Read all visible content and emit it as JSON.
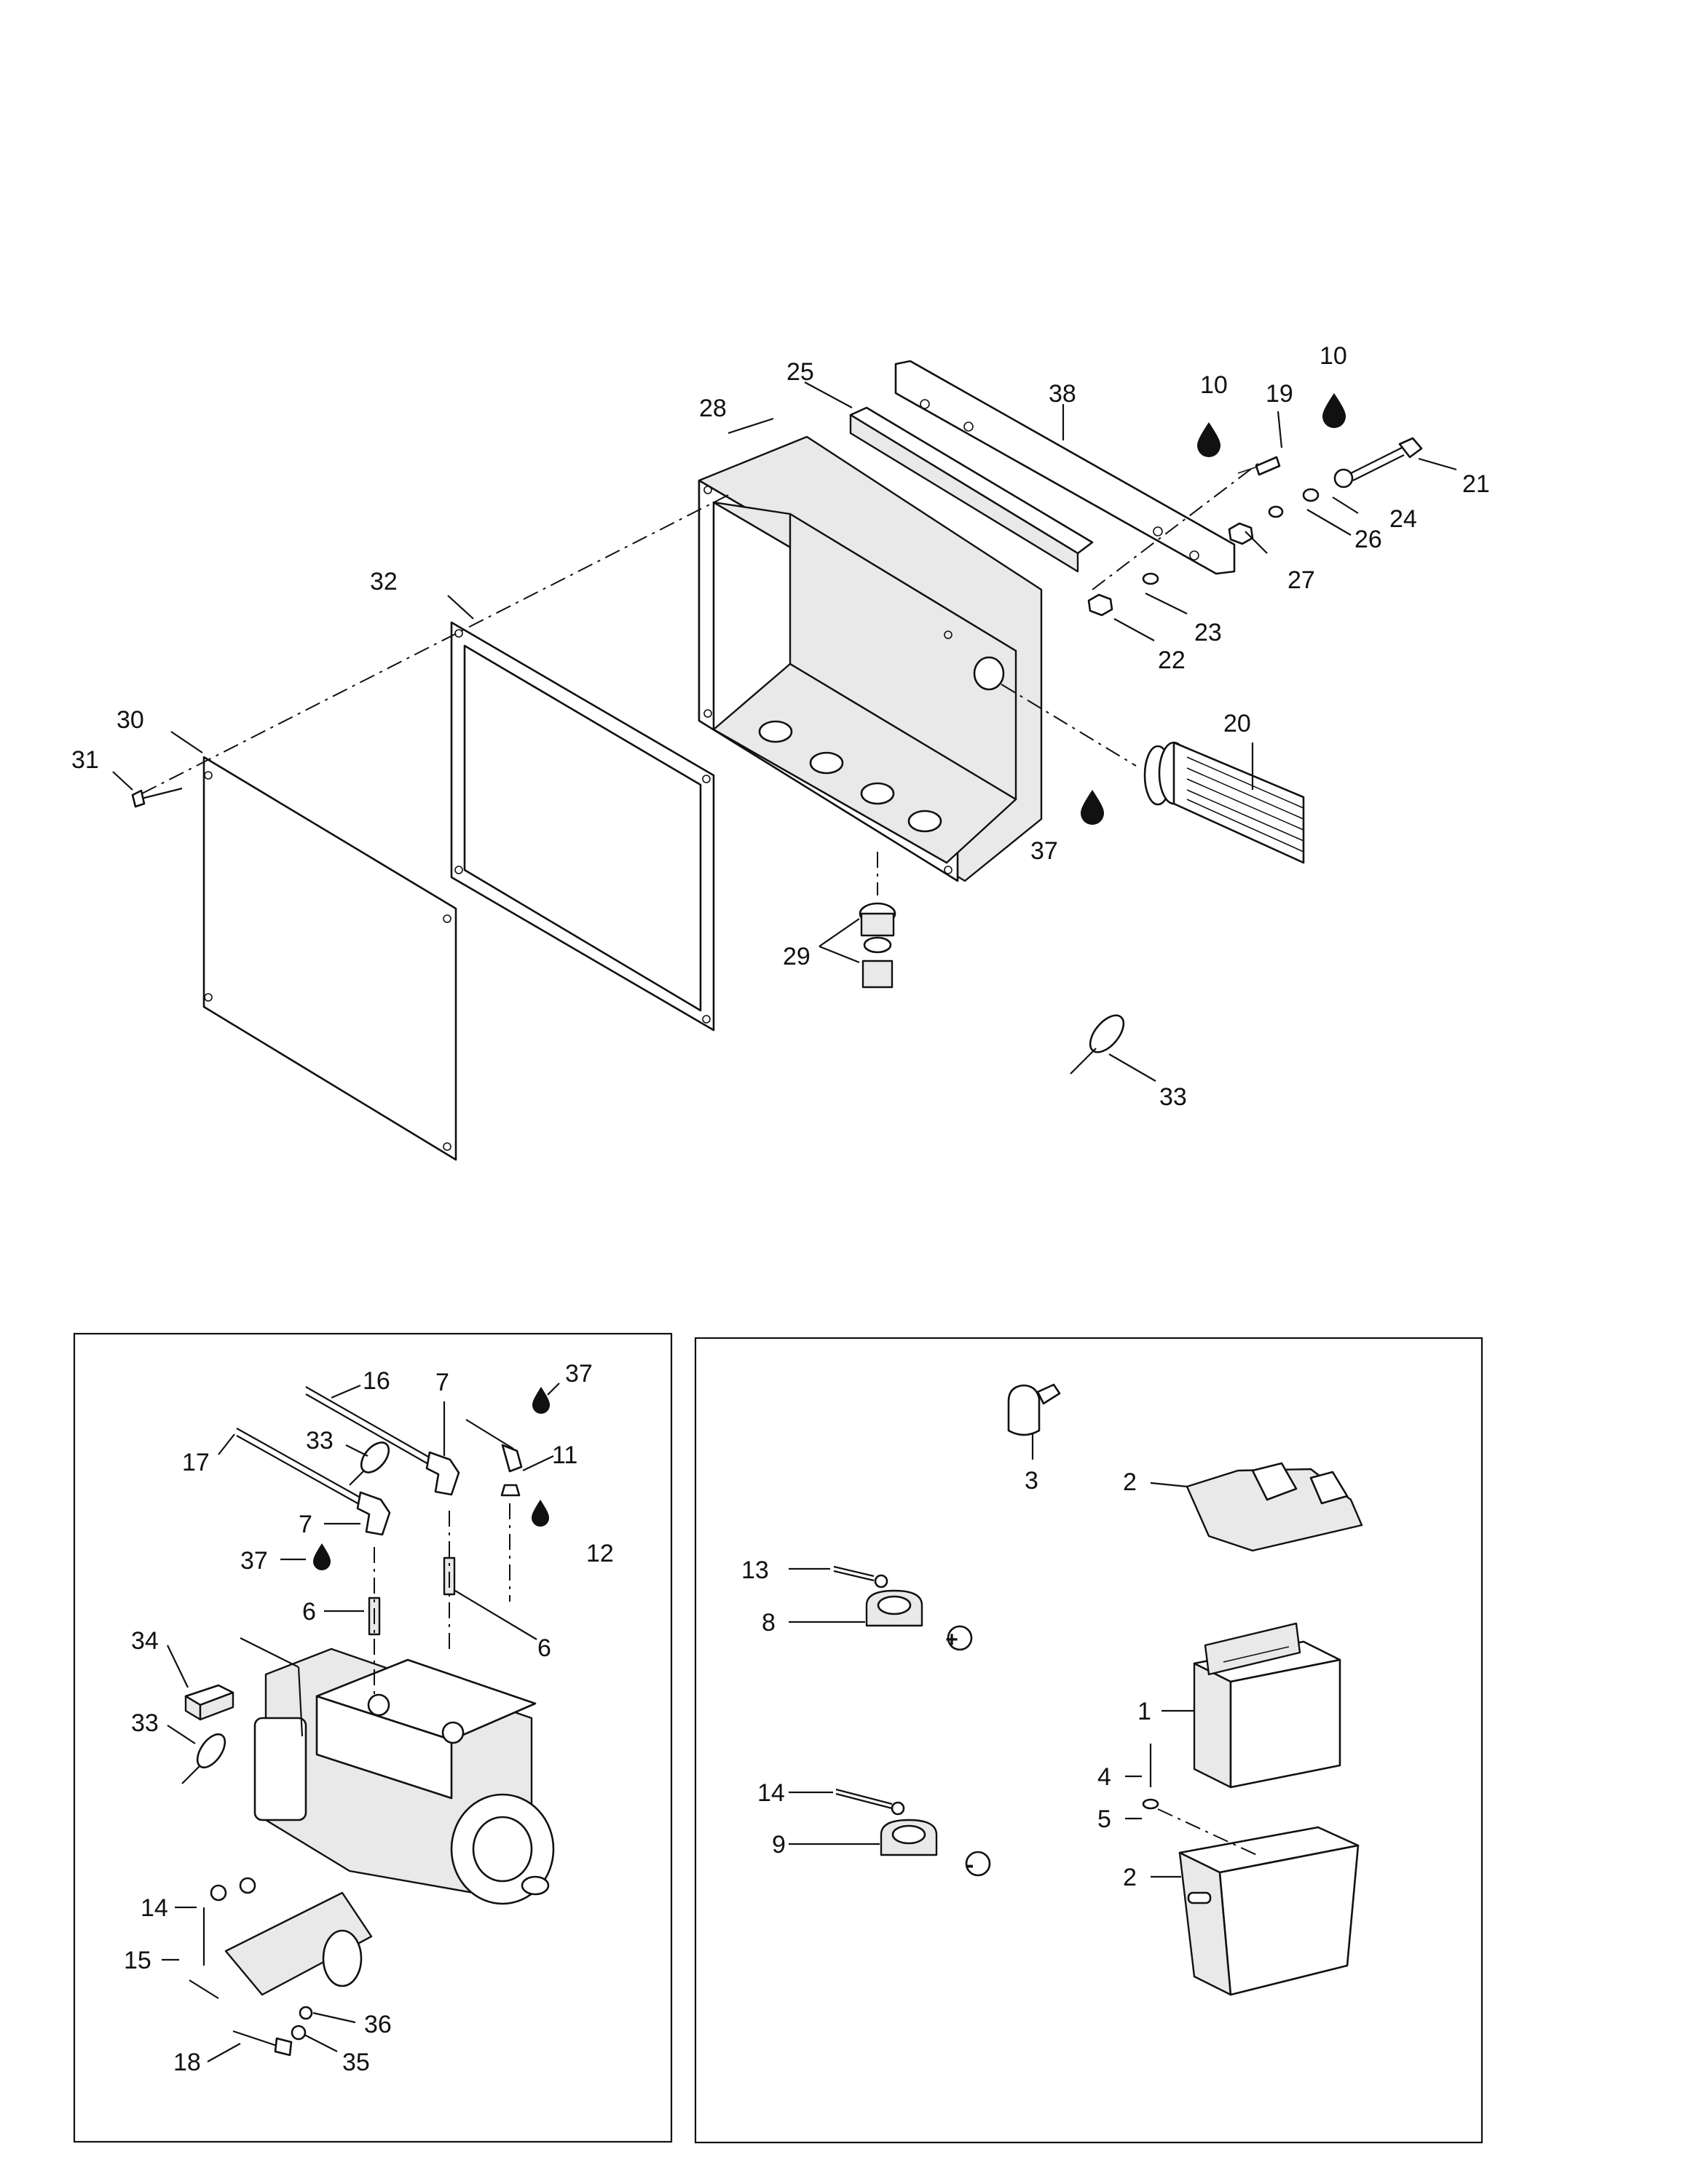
{
  "diagram": {
    "callouts": {
      "c1": "1",
      "c2a": "2",
      "c2b": "2",
      "c3": "3",
      "c4": "4",
      "c5": "5",
      "c6a": "6",
      "c6b": "6",
      "c7a": "7",
      "c7b": "7",
      "c8": "8",
      "c9": "9",
      "c10a": "10",
      "c10b": "10",
      "c11": "11",
      "c12": "12",
      "c13": "13",
      "c14a": "14",
      "c14b": "14",
      "c15": "15",
      "c16": "16",
      "c17": "17",
      "c18": "18",
      "c19": "19",
      "c20": "20",
      "c21": "21",
      "c22": "22",
      "c23": "23",
      "c24": "24",
      "c25": "25",
      "c26": "26",
      "c27": "27",
      "c28": "28",
      "c29": "29",
      "c30": "30",
      "c31": "31",
      "c32": "32",
      "c33a": "33",
      "c33b": "33",
      "c33c": "33",
      "c34": "34",
      "c35": "35",
      "c36": "36",
      "c37a": "37",
      "c37b": "37",
      "c37c": "37",
      "c38": "38"
    },
    "symbols": {
      "plus": "+",
      "minus": "-"
    }
  }
}
